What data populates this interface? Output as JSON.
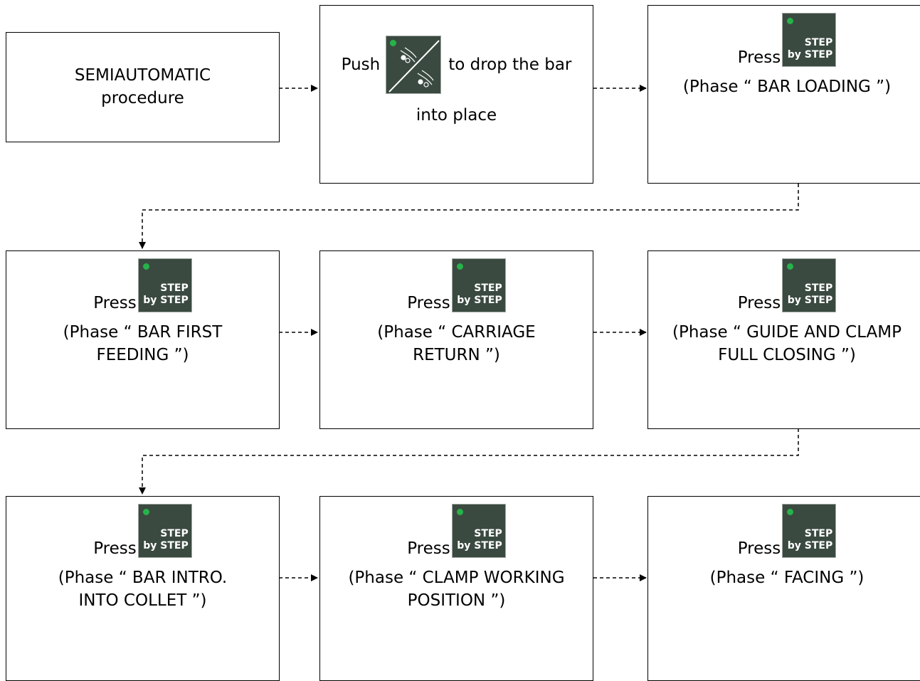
{
  "flow": {
    "start": {
      "line1": "SEMIAUTOMATIC",
      "line2": "procedure"
    },
    "drop_step": {
      "before": "Push",
      "after": "to drop the bar",
      "line2": "into place",
      "icon": "bar-drop-icon"
    },
    "press_label": "Press",
    "icon": {
      "line1": "STEP",
      "line2": "by STEP",
      "led_color": "#27b24a",
      "bg_color": "#3a4a40"
    },
    "steps": [
      {
        "line1": "(Phase “ BAR LOADING ”)",
        "line2": ""
      },
      {
        "line1": "(Phase “ BAR FIRST",
        "line2": "FEEDING ”)"
      },
      {
        "line1": "(Phase “ CARRIAGE",
        "line2": "RETURN ”)"
      },
      {
        "line1": "(Phase “ GUIDE AND CLAMP",
        "line2": "FULL CLOSING ”)"
      },
      {
        "line1": "(Phase “ BAR INTRO.",
        "line2": "INTO COLLET ”)"
      },
      {
        "line1": "(Phase “ CLAMP WORKING",
        "line2": "POSITION ”)"
      },
      {
        "line1": "(Phase “ FACING ”)",
        "line2": ""
      }
    ]
  }
}
